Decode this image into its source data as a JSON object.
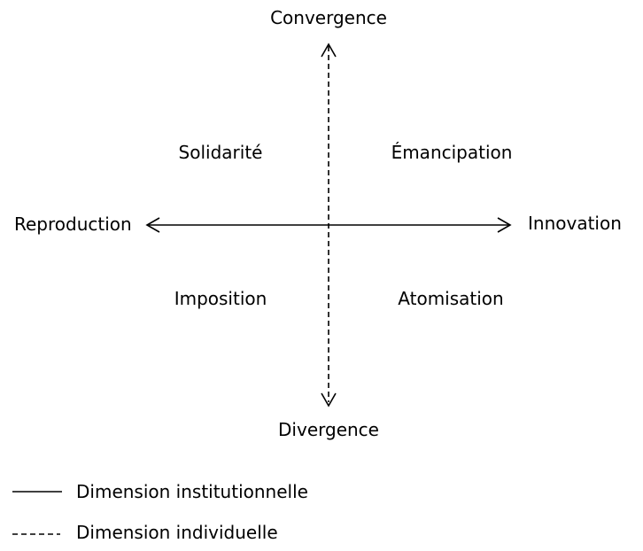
{
  "axes": {
    "vertical": {
      "top_label": "Convergence",
      "bottom_label": "Divergence",
      "line_style": "dashed"
    },
    "horizontal": {
      "left_label": "Reproduction",
      "right_label": "Innovation",
      "line_style": "solid"
    }
  },
  "quadrants": {
    "top_left": "Solidarité",
    "top_right": "Émancipation",
    "bottom_left": "Imposition",
    "bottom_right": "Atomisation"
  },
  "legend": [
    {
      "style": "solid",
      "label": "Dimension institutionnelle"
    },
    {
      "style": "dashed",
      "label": "Dimension individuelle"
    }
  ],
  "colors": {
    "line": "#000000",
    "text": "#000000",
    "background": "#ffffff"
  }
}
